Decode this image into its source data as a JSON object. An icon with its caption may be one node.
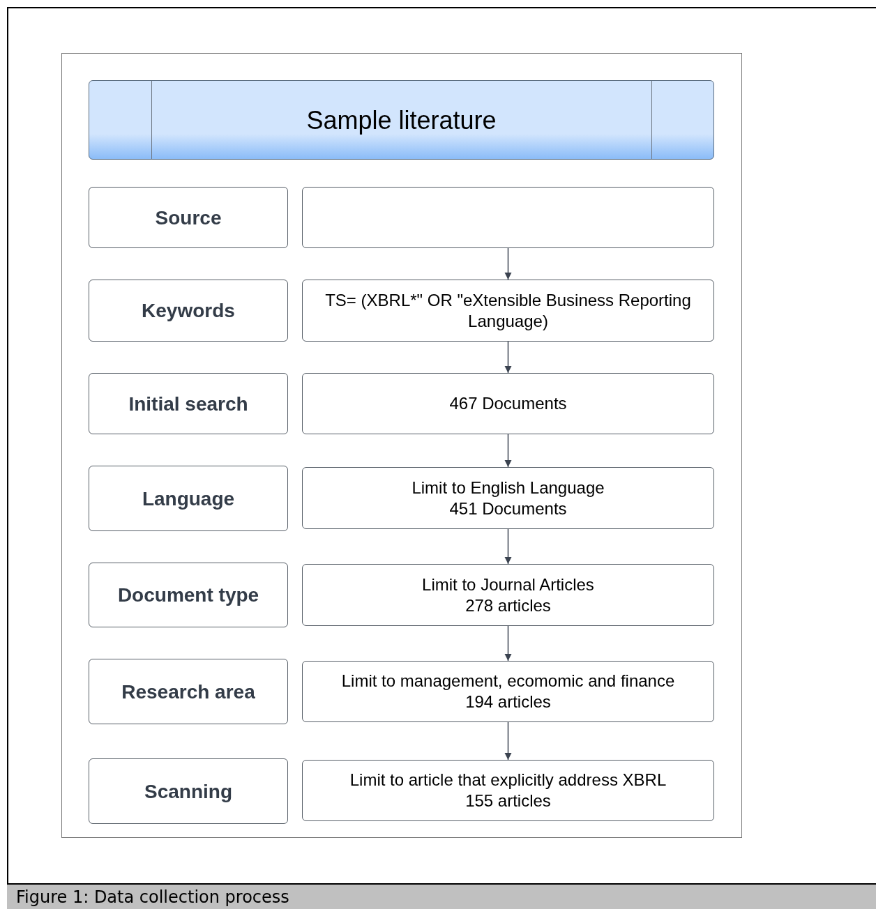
{
  "diagram": {
    "caption": "Figure 1: Data collection process",
    "nodes": [
      {
        "text": [
          "Sample literature"
        ]
      },
      {
        "text": [
          "Source"
        ]
      },
      {
        "text": [],
        "shape": "box"
      },
      {
        "text": [
          "Keywords"
        ]
      },
      {
        "text": [
          "TS= (XBRL*\" OR \"eXtensible Business Reporting Language)"
        ]
      },
      {
        "text": [
          "Initial search"
        ]
      },
      {
        "text": [
          "467 Documents"
        ]
      },
      {
        "text": [
          "Language"
        ]
      },
      {
        "text": [
          "Limit to English Language",
          "451 Documents"
        ]
      },
      {
        "text": [
          "Document type"
        ]
      },
      {
        "text": [
          "Limit to Journal Articles",
          "278 articles"
        ]
      },
      {
        "text": [
          "Research area"
        ]
      },
      {
        "text": [
          "Limit to management, ecomomic and finance",
          "194 articles"
        ]
      },
      {
        "text": [
          "Scanning"
        ]
      },
      {
        "text": [
          "Limit to article that explicitly address XBRL",
          "155 articles"
        ]
      }
    ],
    "edges": [
      {
        "from": 2,
        "to": 4,
        "arrow": "to"
      },
      {
        "from": 4,
        "to": 6,
        "arrow": "to"
      },
      {
        "from": 6,
        "to": 8,
        "arrow": "to"
      },
      {
        "from": 8,
        "to": 10,
        "arrow": "to"
      },
      {
        "from": 10,
        "to": 12,
        "arrow": "to"
      },
      {
        "from": 12,
        "to": 14,
        "arrow": "to"
      }
    ]
  }
}
